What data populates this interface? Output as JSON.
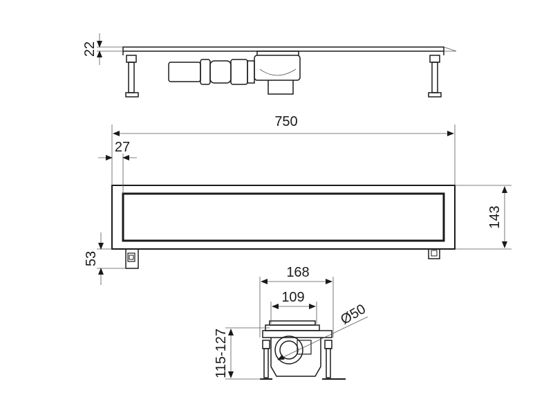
{
  "diagram": {
    "colors": {
      "line": "#1a1a1a",
      "dim_line": "#555555",
      "background": "#ffffff"
    },
    "dimensions": {
      "d22": "22",
      "d750": "750",
      "d27": "27",
      "d143": "143",
      "d53": "53",
      "d168": "168",
      "d109": "109",
      "d50": "Ø50",
      "d115_127": "115-127"
    }
  }
}
